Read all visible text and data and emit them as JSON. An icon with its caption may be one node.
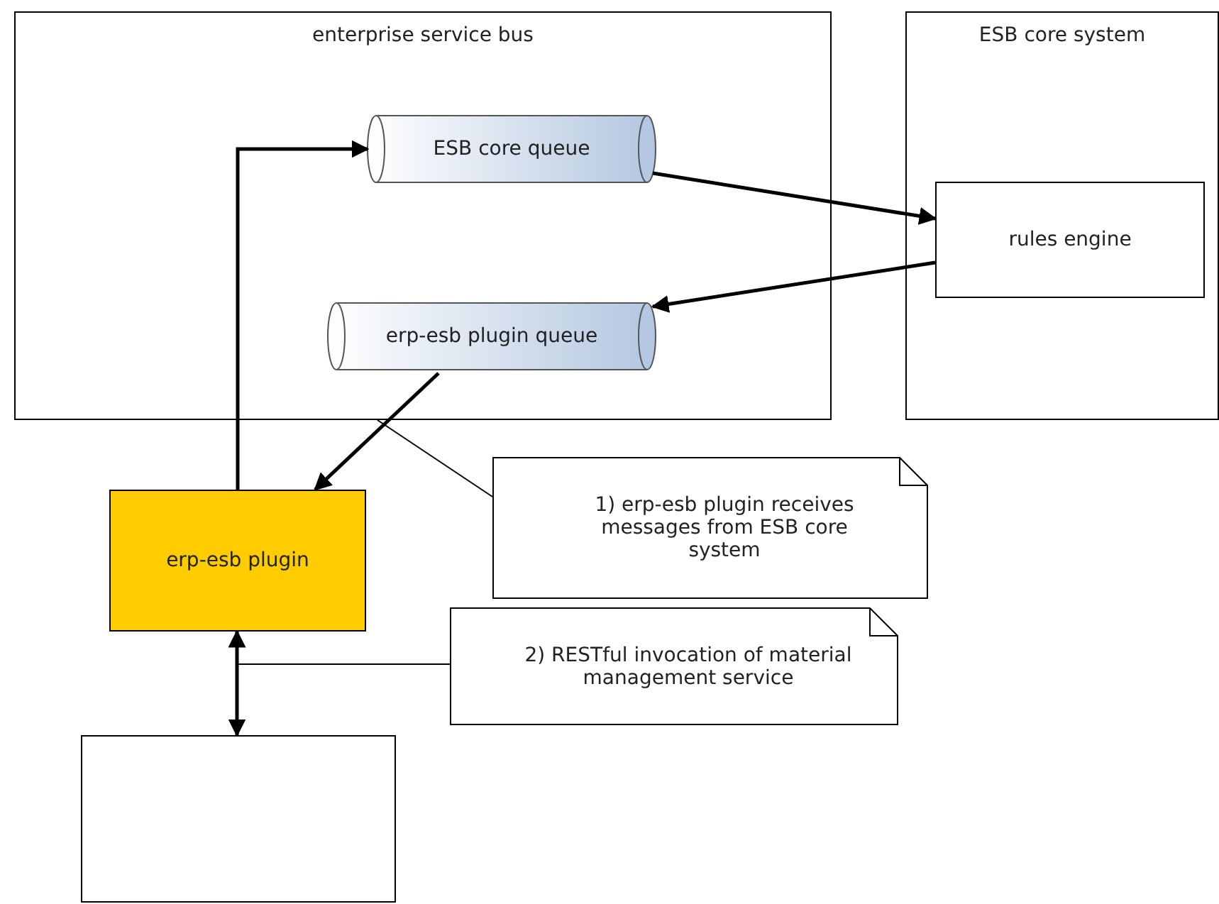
{
  "diagram": {
    "nodes": [
      {
        "text": [
          "enterprise service bus"
        ]
      },
      {
        "text": [
          "ESB core queue"
        ],
        "in": 0
      },
      {
        "text": [
          "erp-esb plugin queue"
        ],
        "in": 0
      },
      {
        "text": [
          "ESB core system"
        ]
      },
      {
        "text": [
          "rules engine"
        ],
        "in": 3
      },
      {
        "text": [
          "erp-esb plugin"
        ]
      },
      {
        "text": [],
        "shape": "box"
      },
      {
        "text": [
          "1) erp-esb plugin receives messages from ESB core system"
        ]
      },
      {
        "text": [
          "2) RESTful invocation of material management service"
        ]
      }
    ],
    "edges": [
      {
        "from": 5,
        "to": 1,
        "arrow": "to"
      },
      {
        "from": 1,
        "to": 4,
        "arrow": "to"
      },
      {
        "from": 4,
        "to": 2,
        "arrow": "to"
      },
      {
        "from": 2,
        "to": 5,
        "arrow": "to"
      },
      {
        "from": 5,
        "to": 6,
        "arrow": "both"
      },
      {
        "from": 7,
        "to": 0,
        "arrow": "none"
      },
      {
        "from": 8,
        "to": null,
        "arrow": "none"
      }
    ]
  }
}
